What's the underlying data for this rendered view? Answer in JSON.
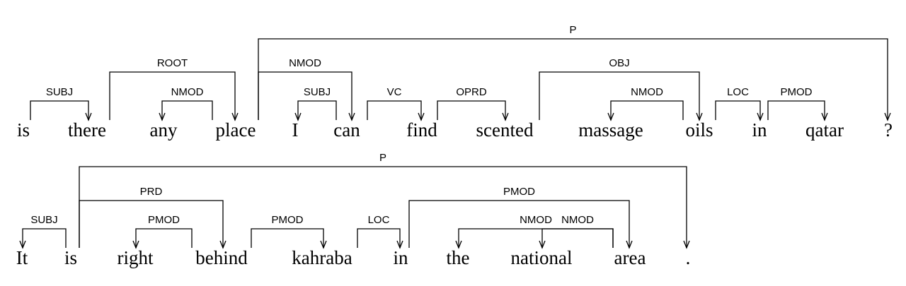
{
  "sentences": [
    {
      "words": [
        "is",
        "there",
        "any",
        "place",
        "I",
        "can",
        "find",
        "scented",
        "massage",
        "oils",
        "in",
        "qatar",
        "?"
      ],
      "arcs": [
        {
          "label": "SUBJ",
          "head": 0,
          "dep": 1
        },
        {
          "label": "ROOT",
          "head": 1,
          "dep": 3
        },
        {
          "label": "NMOD",
          "head": 3,
          "dep": 2
        },
        {
          "label": "P",
          "head": 3,
          "dep": 12
        },
        {
          "label": "NMOD",
          "head": 3,
          "dep": 5
        },
        {
          "label": "SUBJ",
          "head": 5,
          "dep": 4
        },
        {
          "label": "VC",
          "head": 5,
          "dep": 6
        },
        {
          "label": "OPRD",
          "head": 6,
          "dep": 7
        },
        {
          "label": "OBJ",
          "head": 7,
          "dep": 9
        },
        {
          "label": "NMOD",
          "head": 9,
          "dep": 8
        },
        {
          "label": "LOC",
          "head": 9,
          "dep": 10
        },
        {
          "label": "PMOD",
          "head": 10,
          "dep": 11
        }
      ]
    },
    {
      "words": [
        "It",
        "is",
        "right",
        "behind",
        "kahraba",
        "in",
        "the",
        "national",
        "area",
        "."
      ],
      "arcs": [
        {
          "label": "SUBJ",
          "head": 1,
          "dep": 0
        },
        {
          "label": "P",
          "head": 1,
          "dep": 9
        },
        {
          "label": "PRD",
          "head": 1,
          "dep": 3
        },
        {
          "label": "PMOD",
          "head": 3,
          "dep": 2
        },
        {
          "label": "PMOD",
          "head": 3,
          "dep": 4
        },
        {
          "label": "LOC",
          "head": 4,
          "dep": 5
        },
        {
          "label": "PMOD",
          "head": 5,
          "dep": 8
        },
        {
          "label": "NMOD",
          "head": 8,
          "dep": 6
        },
        {
          "label": "NMOD",
          "head": 8,
          "dep": 7
        }
      ]
    }
  ]
}
